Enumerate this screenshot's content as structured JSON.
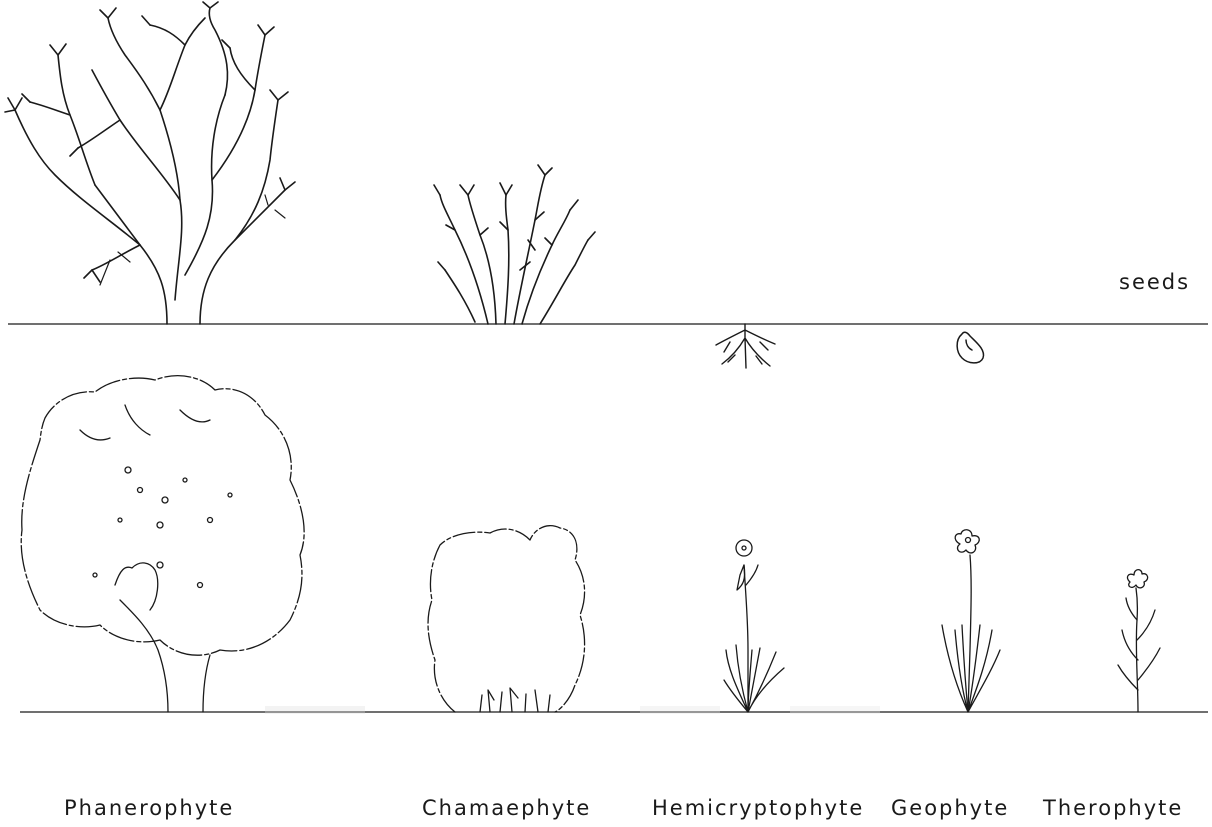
{
  "diagram": {
    "annotation_seeds": "seeds",
    "labels": {
      "phanerophyte": "Phanerophyte",
      "chamaephyte": "Chamaephyte",
      "hemicryptophyte": "Hemicryptophyte",
      "geophyte": "Geophyte",
      "therophyte": "Therophyte"
    },
    "colors": {
      "ink": "#1a1a1a",
      "background": "#ffffff"
    }
  }
}
